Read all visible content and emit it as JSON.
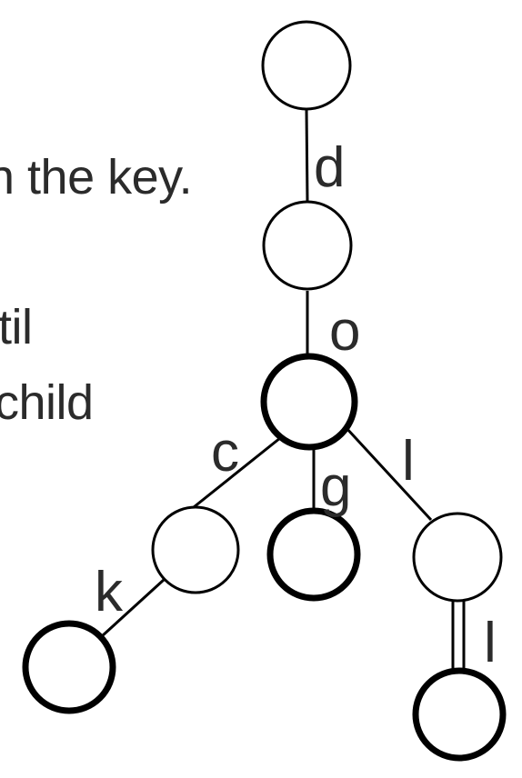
{
  "text_fragments": [
    "n the key.",
    "til",
    "child"
  ],
  "trie": {
    "edge_labels": [
      "d",
      "o",
      "c",
      "g",
      "l",
      "k",
      "l"
    ],
    "node_stroke_color": "#000000",
    "text_color": "#2b2b2b"
  }
}
